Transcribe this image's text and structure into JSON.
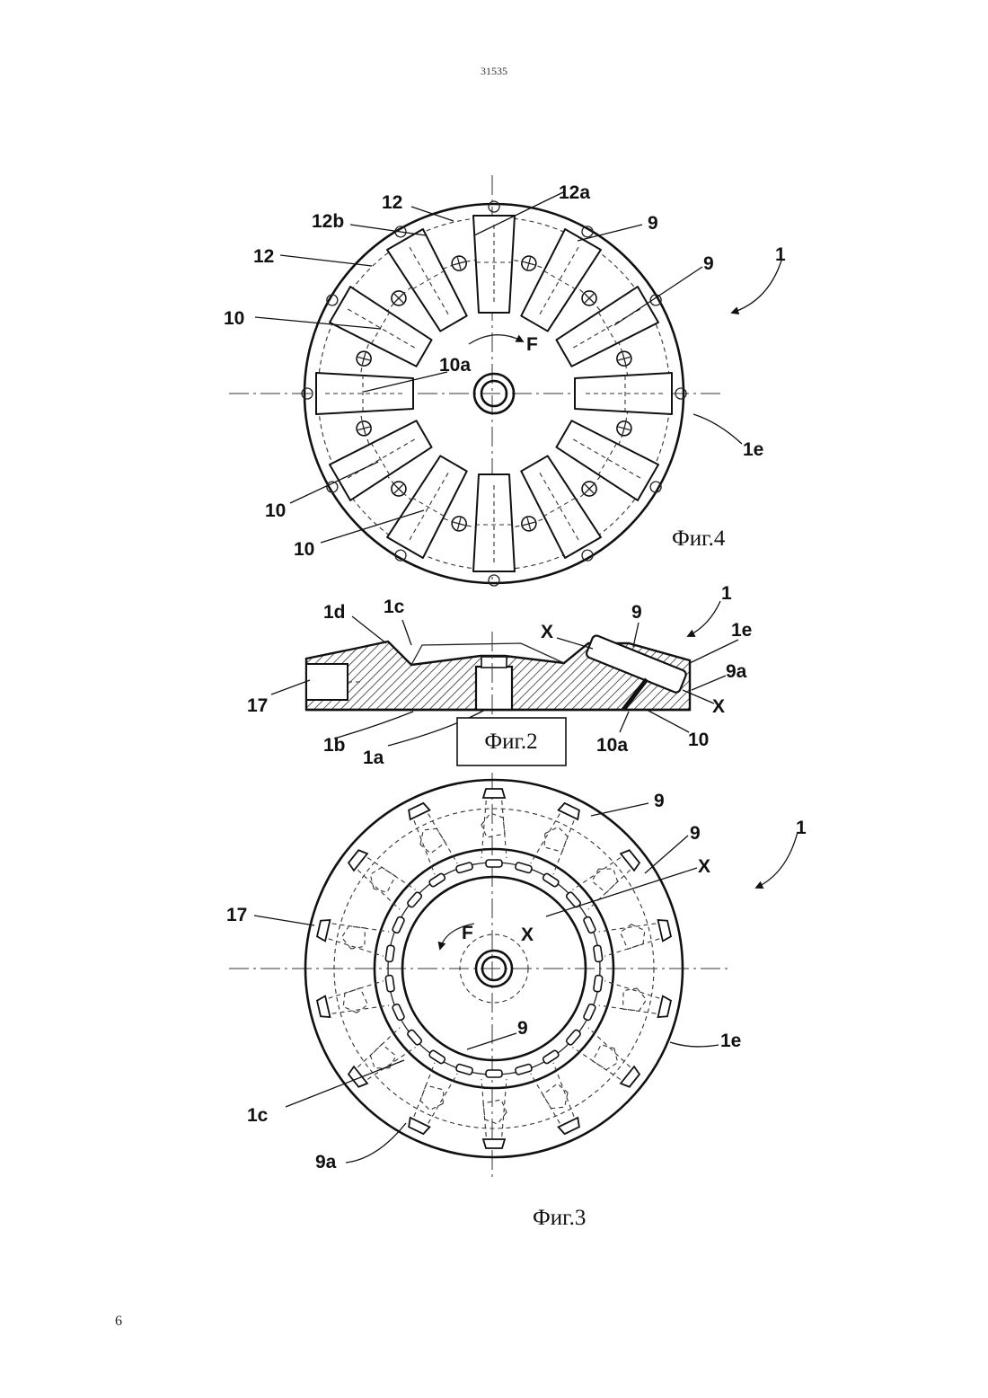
{
  "page": {
    "number_top": "31535",
    "number_bottom": "6"
  },
  "figures": {
    "fig4": {
      "caption": "Фиг.4",
      "labels": [
        "12",
        "12a",
        "12b",
        "9",
        "9",
        "12",
        "1",
        "10",
        "F",
        "10a",
        "1e",
        "10",
        "10"
      ]
    },
    "fig2": {
      "caption": "Фиг.2",
      "labels": [
        "1d",
        "1c",
        "1",
        "9",
        "X",
        "1e",
        "9a",
        "17",
        "X",
        "1b",
        "1a",
        "10a",
        "10"
      ]
    },
    "fig3": {
      "caption": "Фиг.3",
      "labels": [
        "9",
        "9",
        "1",
        "X",
        "17",
        "F",
        "X",
        "9",
        "1e",
        "1c",
        "9a"
      ]
    }
  },
  "colors": {
    "ink": "#111111",
    "paper": "#ffffff",
    "hatch": "#333333"
  }
}
